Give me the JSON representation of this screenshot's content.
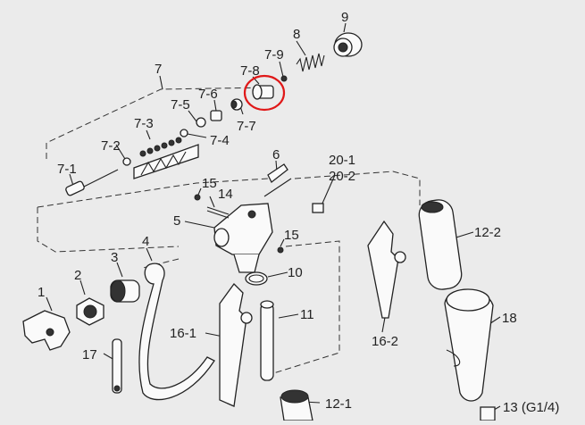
{
  "diagram": {
    "highlight_color": "#e01818",
    "labels": {
      "p1": "1",
      "p2": "2",
      "p3": "3",
      "p4": "4",
      "p5": "5",
      "p6": "6",
      "p7": "7",
      "p7_1": "7-1",
      "p7_2": "7-2",
      "p7_3": "7-3",
      "p7_4": "7-4",
      "p7_5": "7-5",
      "p7_6": "7-6",
      "p7_7": "7-7",
      "p7_8": "7-8",
      "p7_9": "7-9",
      "p8": "8",
      "p9": "9",
      "p10": "10",
      "p11": "11",
      "p12_1": "12-1",
      "p12_2": "12-2",
      "p13": "13 (G1/4)",
      "p14": "14",
      "p15a": "15",
      "p15b": "15",
      "p16_1": "16-1",
      "p16_2": "16-2",
      "p17": "17",
      "p18": "18",
      "p20_1": "20-1",
      "p20_2": "20-2"
    }
  }
}
